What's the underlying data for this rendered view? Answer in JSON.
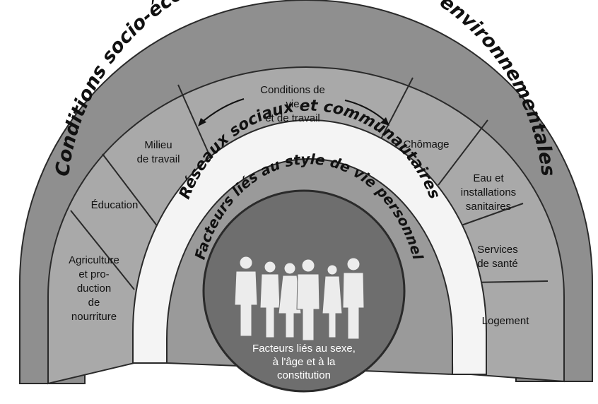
{
  "outer_ring_title": "Conditions socio-économiques, culturelles et environnementales",
  "social_ring_title": "Réseaux sociaux et communautaires",
  "lifestyle_ring_title": "Facteurs liés au style de vie personnel",
  "segments": {
    "agriculture": [
      "Agriculture",
      "et pro-",
      "duction",
      "de",
      "nourriture"
    ],
    "education": [
      "Éducation"
    ],
    "work_env": [
      "Milieu",
      "de travail"
    ],
    "living": [
      "Conditions de",
      "vie",
      "et de travail"
    ],
    "unemployment": [
      "Chômage"
    ],
    "water": [
      "Eau et",
      "installations",
      "sanitaires"
    ],
    "health": [
      "Services",
      "de santé"
    ],
    "housing": [
      "Logement"
    ]
  },
  "center_label": [
    "Facteurs liés au sexe,",
    "à l'âge et à la",
    "constitution"
  ],
  "colors": {
    "outer_fill": "#8f8f8f",
    "segment_fill": "#a9a9a9",
    "stroke": "#2a2a2a",
    "white_ring": "#f4f4f4",
    "lifestyle_fill": "#9a9a9a",
    "center_fill": "#6e6e6e",
    "figure_fill": "#ececec"
  },
  "icons": [
    "people-silhouettes-icon",
    "curved-arrow-left-icon",
    "curved-arrow-right-icon"
  ]
}
